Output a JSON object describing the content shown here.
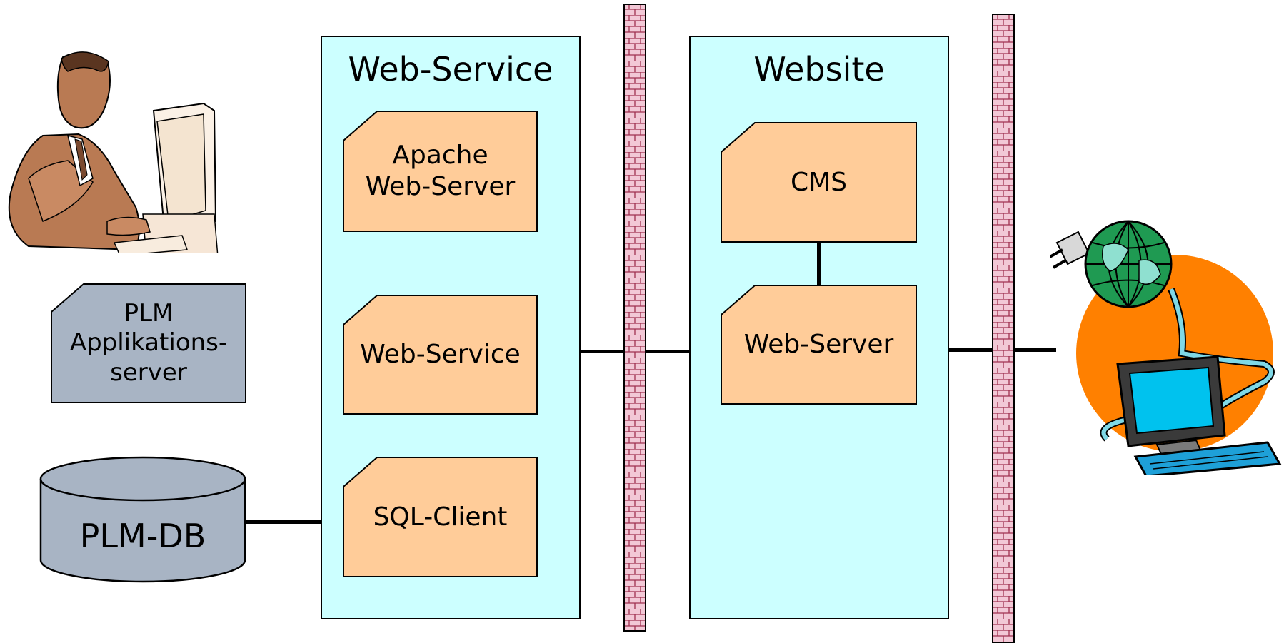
{
  "panels": {
    "web_service": {
      "title": "Web-Service"
    },
    "website": {
      "title": "Website"
    }
  },
  "components": {
    "apache": {
      "line1": "Apache",
      "line2": "Web-Server"
    },
    "web_service": {
      "line1": "Web-Service"
    },
    "sql_client": {
      "line1": "SQL-Client"
    },
    "cms": {
      "line1": "CMS"
    },
    "web_server": {
      "line1": "Web-Server"
    },
    "plm_app": {
      "line1": "PLM",
      "line2": "Applikations-",
      "line3": "server"
    }
  },
  "database": {
    "label": "PLM-DB"
  },
  "colors": {
    "panel_bg": "#ccffff",
    "card_bg": "#ffcc99",
    "gray_card_bg": "#a8b4c4",
    "wall_brick": "#f2c8d6",
    "wall_mortar": "#a03050",
    "globe_bg": "#ff8000"
  },
  "icons": [
    "user-at-computer-icon",
    "firewall-icon",
    "internet-computer-icon"
  ]
}
